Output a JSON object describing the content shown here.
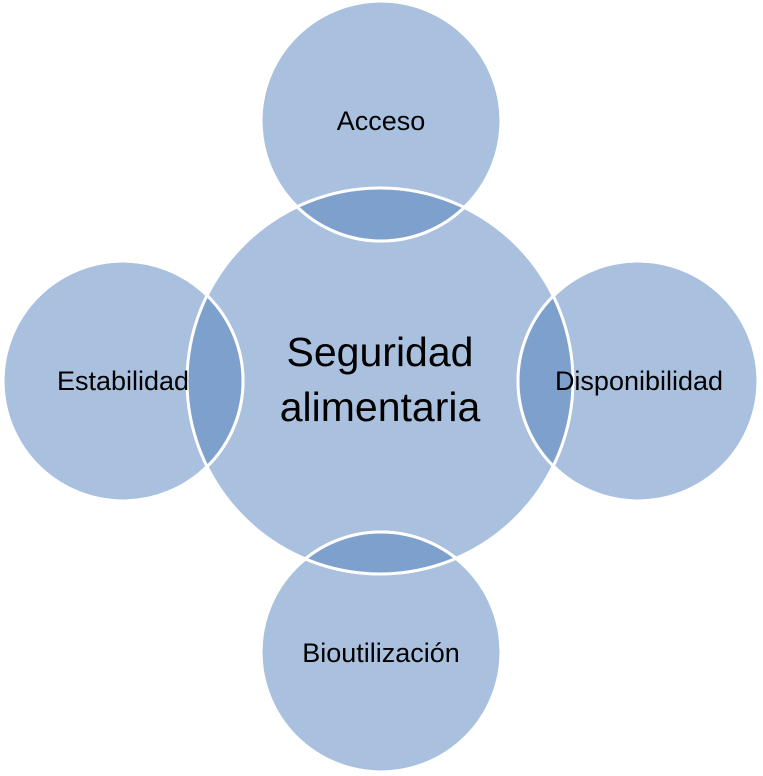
{
  "diagram": {
    "center_label_line1": "Seguridad",
    "center_label_line2": "alimentaria",
    "nodes": {
      "top": "Acceso",
      "right": "Disponibilidad",
      "bottom": "Bioutilización",
      "left": "Estabilidad"
    }
  },
  "colors": {
    "circle": "#a9c0df",
    "overlap": "#7ea0cd",
    "outline": "#ffffff",
    "text": "#000000"
  }
}
